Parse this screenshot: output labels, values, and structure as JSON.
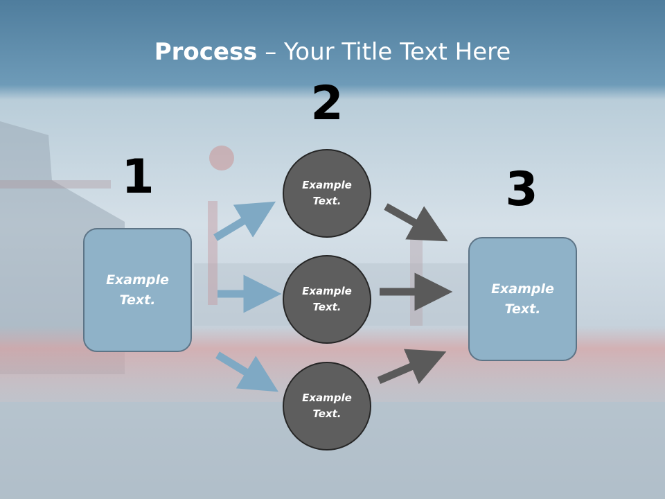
{
  "title": {
    "bold": "Process",
    "rest": " – Your Title Text Here"
  },
  "steps": [
    {
      "number": "1",
      "label": "Example Text."
    },
    {
      "number": "2",
      "labels": [
        "Example Text.",
        "Example Text.",
        "Example Text."
      ]
    },
    {
      "number": "3",
      "label": "Example Text."
    }
  ],
  "colors": {
    "header_band": "#5d89a8",
    "box_fill": "#8fb2c8",
    "circle_fill": "#5e5e5e",
    "arrow_blue": "#7fa9c4",
    "arrow_gray": "#5a5a5a"
  }
}
